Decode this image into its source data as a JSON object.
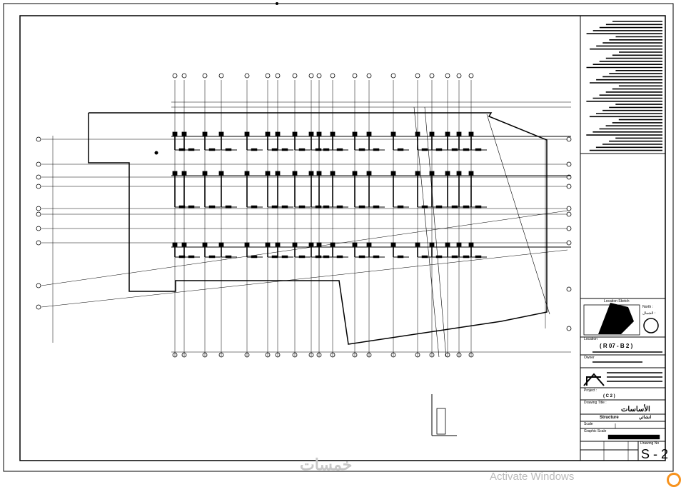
{
  "sheet": {
    "title_block": {
      "location_sketch_label": "Location Sketch",
      "north_label": "North :",
      "north_label_ar": "الشمال :",
      "location_label": "Location",
      "location_value": "( R 07 - B 2 )",
      "owner_label": "Owner",
      "project_label": "Project :",
      "project_value": "( C 2 )",
      "drawing_title_label": "Drawing Title :",
      "drawing_title_ar": "الأساسات",
      "discipline": "Structure",
      "discipline_ar": "انشائي",
      "scale_label": "Scale",
      "graphic_scale_label": "Graphic Scale",
      "drawing_no_label": "Drawing No",
      "drawing_no": "S - 2"
    },
    "overlay": {
      "watermark": "خمسات",
      "activate_windows": "Activate Windows"
    }
  }
}
